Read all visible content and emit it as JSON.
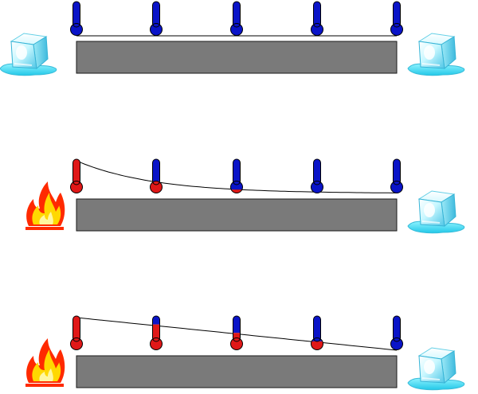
{
  "colors": {
    "cold": "#0a14c8",
    "hot": "#e01818",
    "bar": "#7a7a7a",
    "bar_stroke": "#1a1a1a",
    "ice": "#bff4ff",
    "ice_edge": "#5fd0ea",
    "flame_outer": "#ff2a00",
    "flame_inner": "#ffd800"
  },
  "panels": [
    {
      "left_source": "ice-icon",
      "right_source": "ice-icon",
      "profile": "flat-cold",
      "thermometer_hot_fill": [
        0,
        0,
        0,
        0,
        0
      ]
    },
    {
      "left_source": "fire-icon",
      "right_source": "ice-icon",
      "profile": "exponential-decay",
      "thermometer_hot_fill": [
        1,
        0.35,
        0.1,
        0,
        0
      ]
    },
    {
      "left_source": "fire-icon",
      "right_source": "ice-icon",
      "profile": "linear",
      "thermometer_hot_fill": [
        1,
        0.75,
        0.5,
        0.25,
        0
      ]
    }
  ]
}
